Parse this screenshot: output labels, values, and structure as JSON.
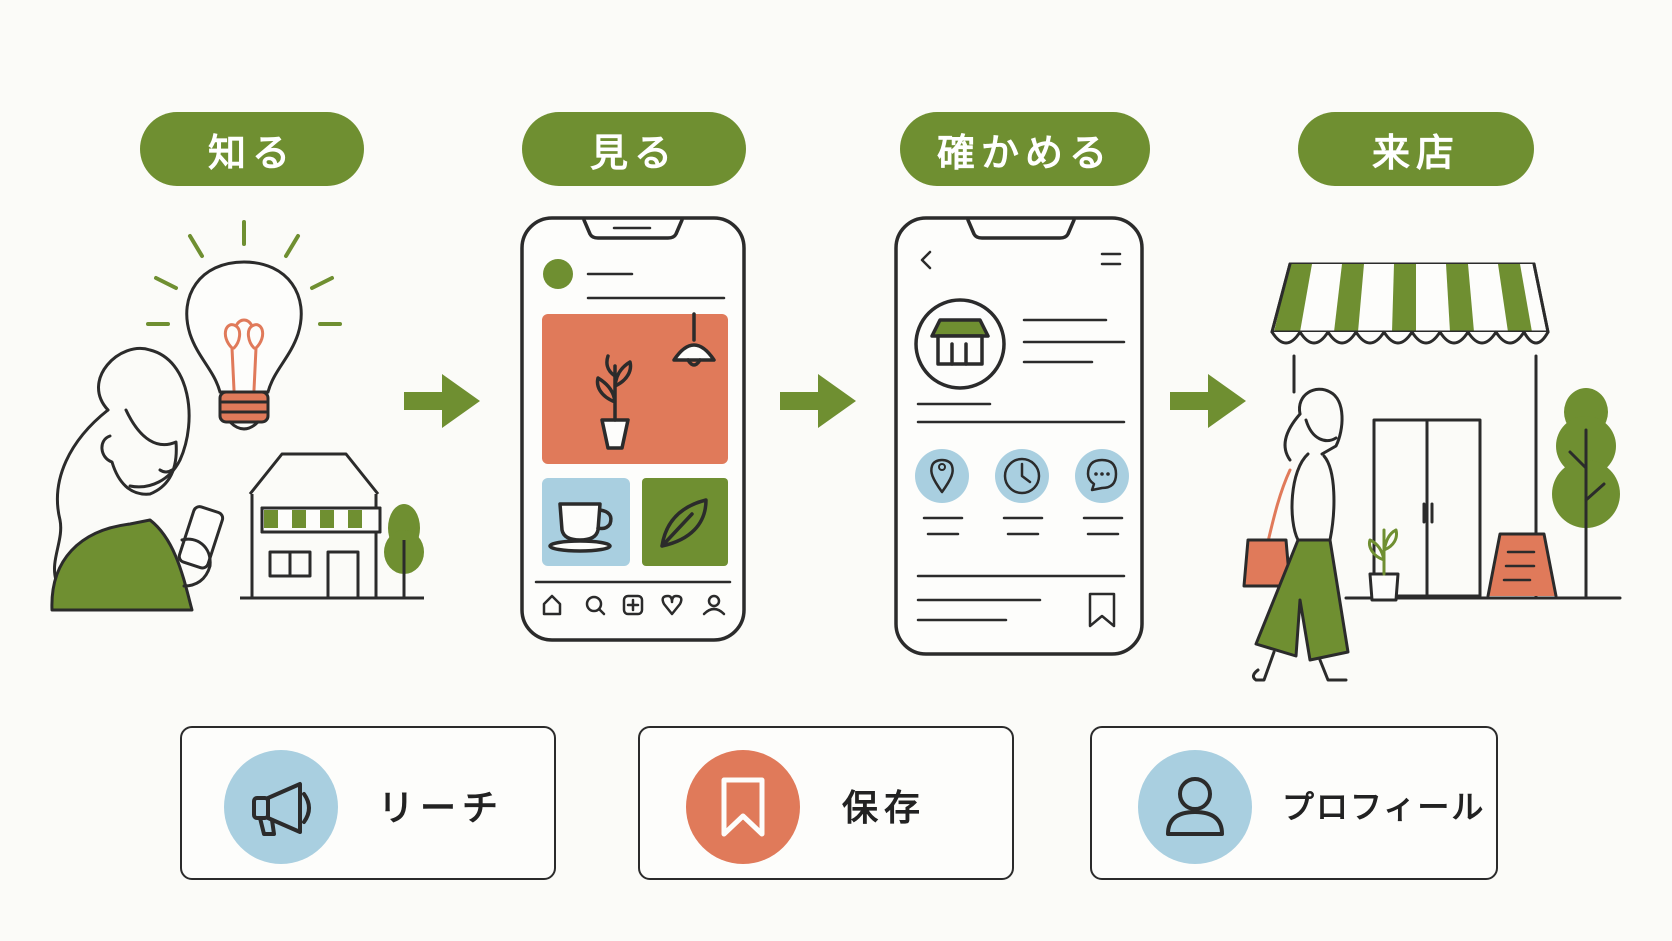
{
  "steps": [
    {
      "label": "知る"
    },
    {
      "label": "見る"
    },
    {
      "label": "確かめる"
    },
    {
      "label": "来店"
    }
  ],
  "features": [
    {
      "label": "リーチ",
      "icon": "megaphone-icon"
    },
    {
      "label": "保存",
      "icon": "bookmark-icon"
    },
    {
      "label": "プロフィール",
      "icon": "user-icon"
    }
  ],
  "colors": {
    "green": "#6f8f31",
    "orange": "#e07a5a",
    "lightblue": "#a9cfe0",
    "outline": "#2b2b2b",
    "background": "#fbfbf8"
  }
}
